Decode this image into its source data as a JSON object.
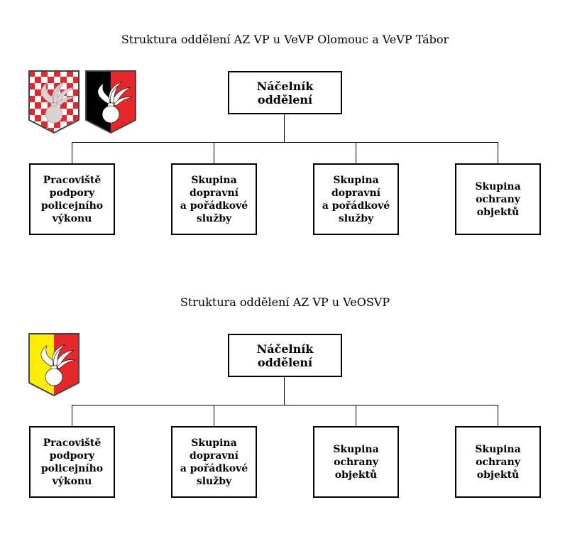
{
  "sections": [
    {
      "title": "Struktura oddělení AZ VP u VeVP Olomouc a VeVP Tábor",
      "shields": [
        "checkered-red-white",
        "black-red"
      ],
      "head": "Náčelník\noddělení",
      "children": [
        "Pracoviště\npodpory\npolicejního\nvýkonu",
        "Skupina\ndopravní\na pořádkové\nslužby",
        "Skupina\ndopravní\na pořádkové\nslužby",
        "Skupina\nochrany\nobjektů"
      ]
    },
    {
      "title": "Struktura oddělení AZ VP u VeOSVP",
      "shields": [
        "yellow-red"
      ],
      "head": "Náčelník\noddělení",
      "children": [
        "Pracoviště\npodpory\npolicejního\nvýkonu",
        "Skupina\ndopravní\na pořádkové\nslužby",
        "Skupina\nochrany\nobjektů",
        "Skupina\nochrany\nobjektů"
      ]
    }
  ],
  "colors": {
    "red": "#e8272a",
    "black": "#000000",
    "yellow": "#ffee00",
    "grenade": "#dcd2d2"
  }
}
